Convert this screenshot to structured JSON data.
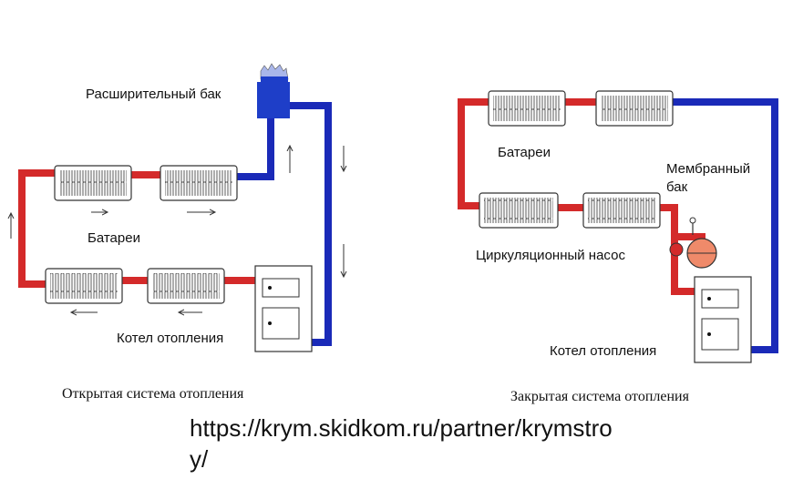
{
  "open_system": {
    "caption": "Открытая система отопления",
    "expansion_tank_label": "Расширительный бак",
    "radiators_label": "Батареи",
    "boiler_label": "Котел отопления"
  },
  "closed_system": {
    "caption": "Закрытая система отопления",
    "radiators_label": "Батареи",
    "membrane_tank_label_line1": "Мембранный",
    "membrane_tank_label_line2": "бак",
    "pump_label": "Циркуляционный насос",
    "boiler_label": "Котел отопления"
  },
  "url": "https://krym.skidkom.ru/partner/krymstroy/",
  "colors": {
    "hot": "#d42a2a",
    "cold": "#1a2ab8",
    "tank": "#1e3ec8",
    "pump": "#ef8a6a"
  }
}
